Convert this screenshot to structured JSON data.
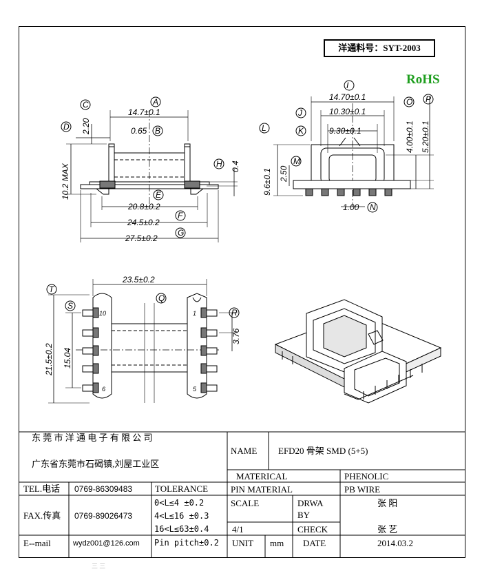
{
  "part_number": "洋通料号：SYT-2003",
  "rohs": "RoHS",
  "dimensions": {
    "a": "14.7±0.1",
    "a_tag": "A",
    "b": "0.65",
    "b_tag": "B",
    "c": "2.20",
    "c_tag": "C",
    "d": "10.2 MAX",
    "d_tag": "D",
    "e_tag": "E",
    "f": "20.8±0.2",
    "f_tag": "F",
    "g1": "24.5±0.2",
    "g2": "27.5±0.2",
    "g_tag": "G",
    "h": "0.4",
    "h_tag": "H",
    "i": "14.70±0.1",
    "i_tag": "I",
    "j": "10.30±0.1",
    "j_tag": "J",
    "k": "9.30±0.1",
    "k_tag": "K",
    "l": "9.6±0.1",
    "l_tag": "L",
    "m": "2.50",
    "m_tag": "M",
    "n": "1.00",
    "n_tag": "N",
    "o": "4.00±0.1",
    "o_tag": "O",
    "p": "5.20±0.1",
    "p_tag": "P",
    "q": "23.5±0.2",
    "q_tag": "Q",
    "r": "3.76",
    "r_tag": "R",
    "s": "15.04",
    "s_tag": "S",
    "t": "21.5±0.2",
    "t_tag": "T",
    "pin_10": "10",
    "pin_6": "6",
    "pin_1": "1",
    "pin_5": "5"
  },
  "title_block": {
    "company": "东 莞 市 洋 通 电 子 有 限 公 司",
    "address": "广东省东莞市石碣镇,刘屋工业区",
    "name_label": "NAME",
    "name_value": "EFD20 骨架  SMD (5+5)",
    "tel_label": "TEL.电话",
    "tel_value": "0769-86309483",
    "fax_label": "FAX.传真",
    "fax_value": "0769-89026473",
    "email_label": "E--mail",
    "email_value": "wydz001@126.com",
    "tolerance_label": "TOLERANCE",
    "tol_1": "0<L≤4   ±0.2",
    "tol_2": "4<L≤16  ±0.3",
    "tol_3": "16<L≤63±0.4",
    "tol_pin": "Pin pitch±0.2",
    "material_label": "MATERICAL",
    "material_value": "PHENOLIC",
    "pin_material_label": "PIN MATERIAL",
    "pin_material_value": "PB WIRE",
    "scale_label": "SCALE",
    "scale_value": "4/1",
    "drawn_label_1": "DRWA",
    "drawn_label_2": "BY",
    "drawn_value": "张  阳",
    "check_label": "CHECK",
    "check_value": "张  艺",
    "unit_label": "UNIT",
    "unit_value": "mm",
    "date_label": "DATE",
    "date_value": "2014.03.2"
  },
  "footer_mark": "三 三"
}
